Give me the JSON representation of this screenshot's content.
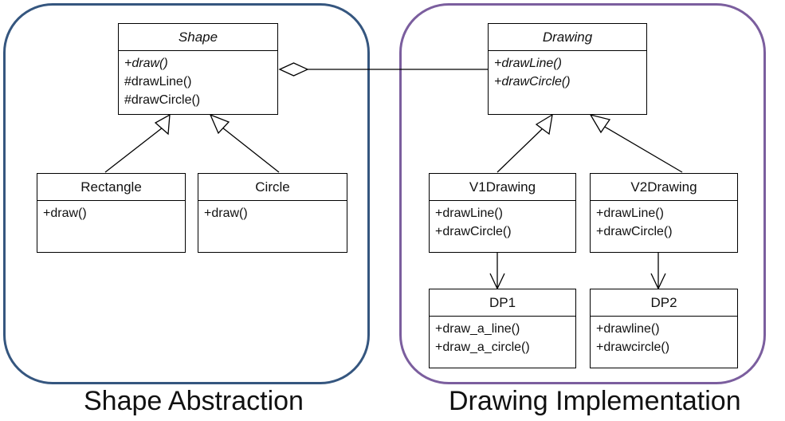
{
  "groups": {
    "abstraction": {
      "caption": "Shape Abstraction",
      "color": "#35567f"
    },
    "implementation": {
      "caption": "Drawing Implementation",
      "color": "#7b5e9e"
    }
  },
  "classes": {
    "shape": {
      "name": "Shape",
      "abstract": true,
      "ops": [
        "+draw()",
        "#drawLine()",
        "#drawCircle()"
      ]
    },
    "rectangle": {
      "name": "Rectangle",
      "ops": [
        "+draw()"
      ]
    },
    "circle": {
      "name": "Circle",
      "ops": [
        "+draw()"
      ]
    },
    "drawing": {
      "name": "Drawing",
      "abstract": true,
      "ops": [
        "+drawLine()",
        "+drawCircle()"
      ]
    },
    "v1drawing": {
      "name": "V1Drawing",
      "ops": [
        "+drawLine()",
        "+drawCircle()"
      ]
    },
    "v2drawing": {
      "name": "V2Drawing",
      "ops": [
        "+drawLine()",
        "+drawCircle()"
      ]
    },
    "dp1": {
      "name": "DP1",
      "ops": [
        "+draw_a_line()",
        "+draw_a_circle()"
      ]
    },
    "dp2": {
      "name": "DP2",
      "ops": [
        "+drawline()",
        "+drawcircle()"
      ]
    }
  },
  "relations": [
    {
      "type": "aggregation",
      "from": "drawing",
      "to": "shape"
    },
    {
      "type": "generalization",
      "from": "rectangle",
      "to": "shape"
    },
    {
      "type": "generalization",
      "from": "circle",
      "to": "shape"
    },
    {
      "type": "generalization",
      "from": "v1drawing",
      "to": "drawing"
    },
    {
      "type": "generalization",
      "from": "v2drawing",
      "to": "drawing"
    },
    {
      "type": "dependency",
      "from": "v1drawing",
      "to": "dp1"
    },
    {
      "type": "dependency",
      "from": "v2drawing",
      "to": "dp2"
    }
  ]
}
